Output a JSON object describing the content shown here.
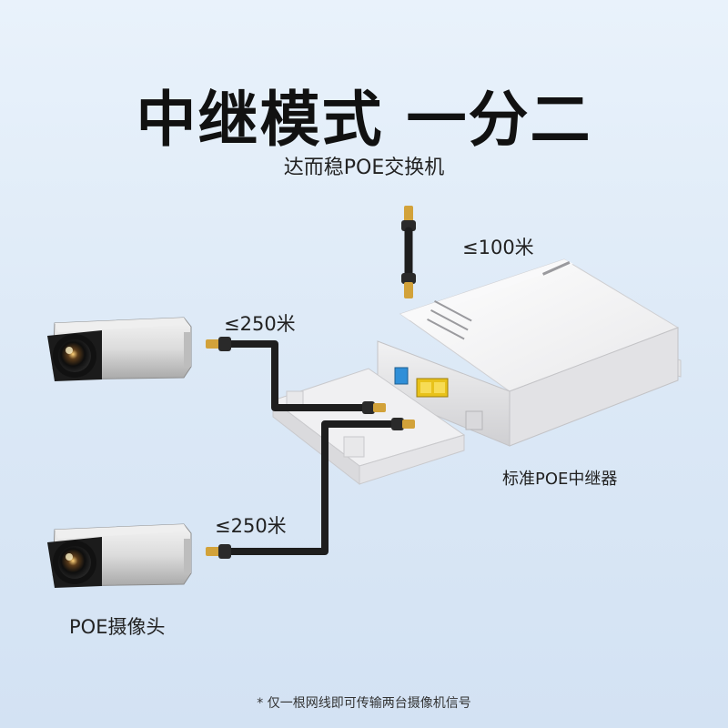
{
  "title": "中继模式 一分二",
  "subtitle": "达而稳POE交换机",
  "distance_top": "≤100米",
  "distance_camera_1": "≤250米",
  "distance_camera_2": "≤250米",
  "repeater_caption": "标准POE中继器",
  "camera_caption": "POE摄像头",
  "footnote": "* 仅一根网线即可传输两台摄像机信号",
  "colors": {
    "accent_port": "#e8c21a",
    "uplink_port": "#2f8fd8",
    "cable": "#1e1e1e",
    "plug": "#d2a23a"
  },
  "icons": [
    "bullet-camera-icon",
    "poe-repeater-device-icon",
    "ethernet-cable-icon",
    "rj45-plug-icon"
  ]
}
